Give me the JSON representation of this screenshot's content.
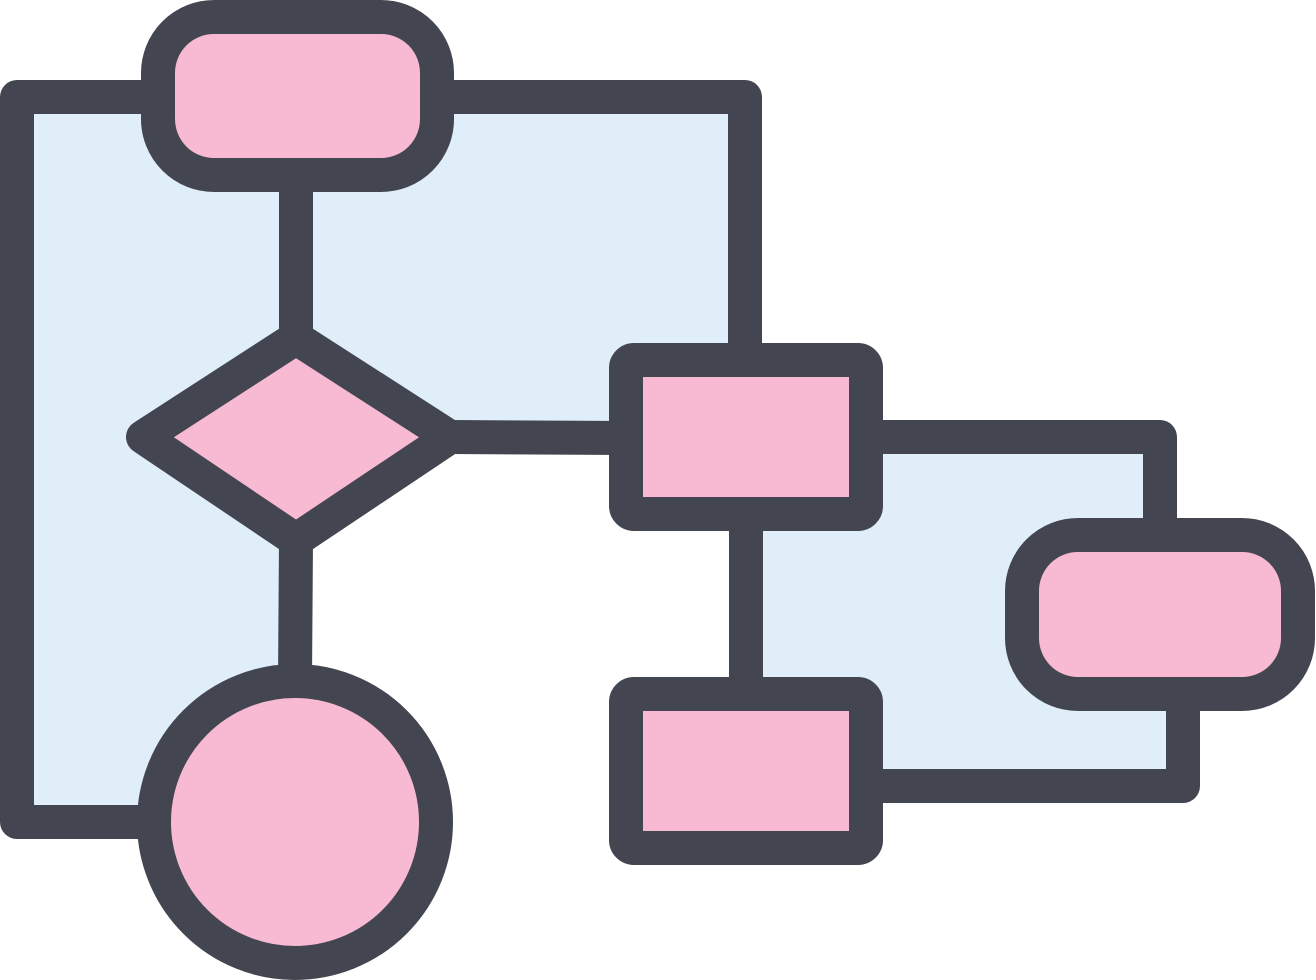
{
  "icon": {
    "name": "flowchart-icon",
    "colors": {
      "stroke": "#434650",
      "node_fill": "#f7bad2",
      "region_fill": "#e0eef9",
      "background": "#ffffff"
    },
    "nodes": [
      {
        "id": "start-terminal",
        "shape": "rounded-rect"
      },
      {
        "id": "decision",
        "shape": "diamond"
      },
      {
        "id": "end-circle",
        "shape": "circle"
      },
      {
        "id": "process-upper",
        "shape": "rect"
      },
      {
        "id": "process-lower",
        "shape": "rect"
      },
      {
        "id": "branch-terminal",
        "shape": "rounded-rect"
      }
    ]
  }
}
